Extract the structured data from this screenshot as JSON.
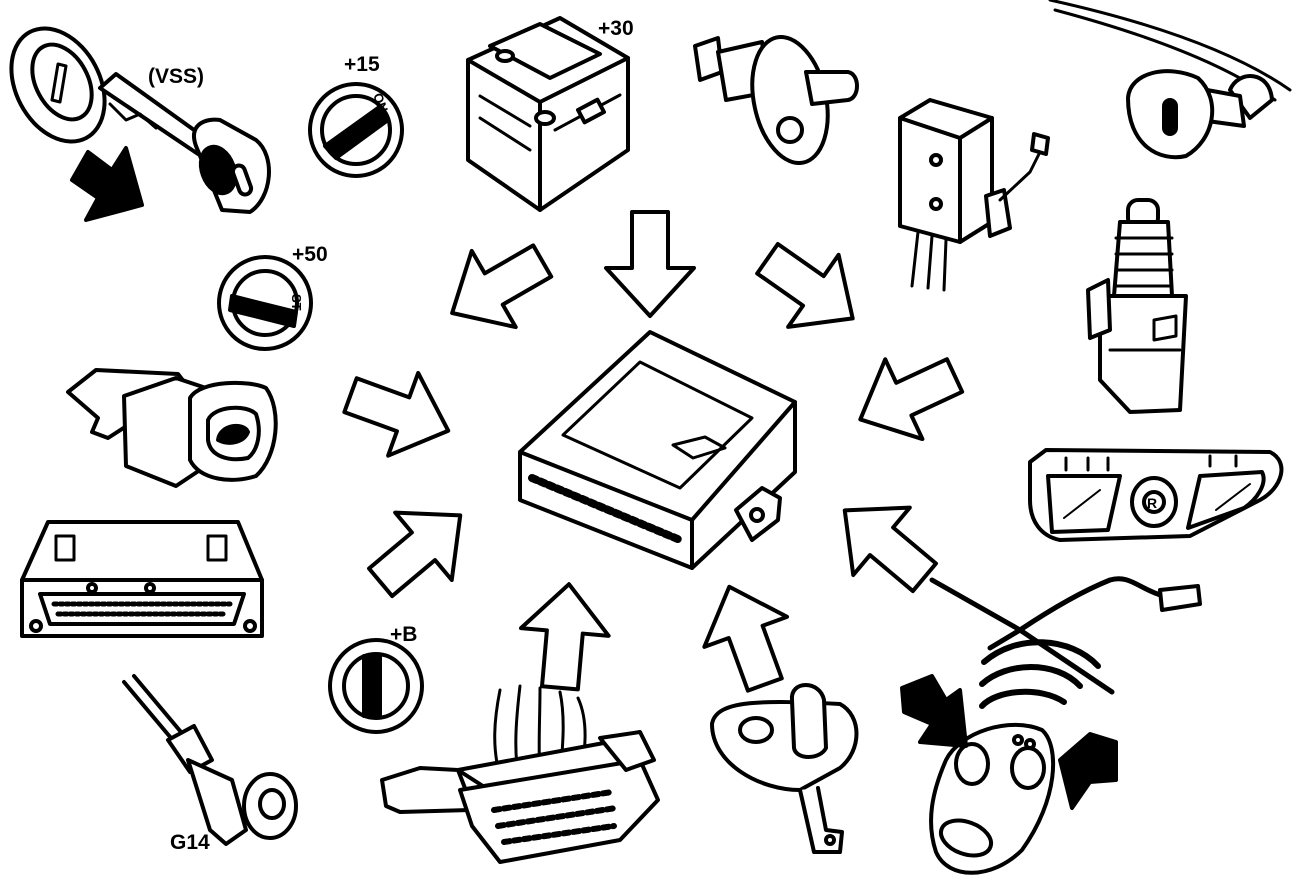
{
  "labels": {
    "vss": "(VSS)",
    "plus15": "+15",
    "plus30": "+30",
    "plus50": "+50",
    "plusB": "+B",
    "g14": "G14"
  },
  "switch_marks": {
    "on": "ON",
    "st": "ST"
  },
  "remote_marks": {
    "r": "R"
  },
  "colors": {
    "ink": "#000000",
    "paper": "#ffffff",
    "shade": "#d8d8d8"
  }
}
